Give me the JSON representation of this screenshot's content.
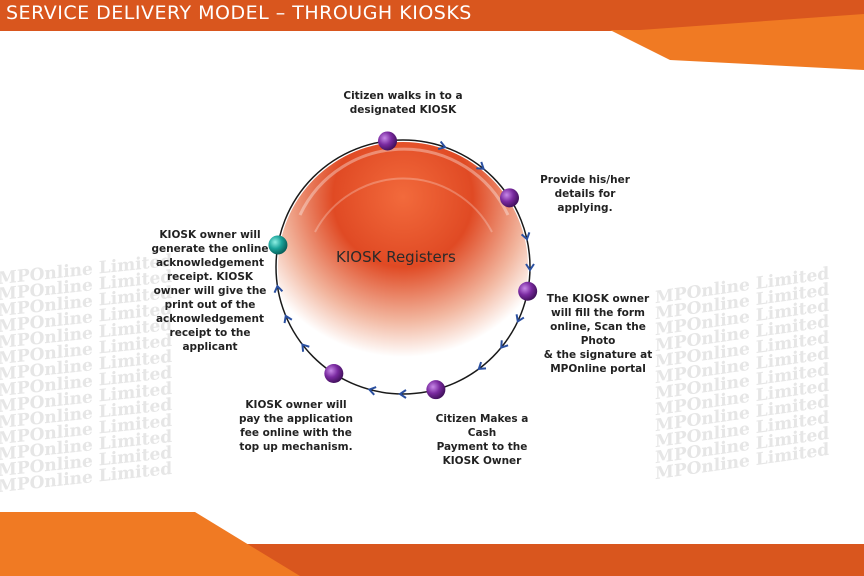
{
  "header": {
    "title": "SERVICE DELIVERY MODEL – THROUGH KIOSKS"
  },
  "watermark": {
    "text": "MPOnline Limited"
  },
  "colors": {
    "header_orange": "#d9561e",
    "accent_orange": "#f07a23",
    "circle_red": "#e04a24",
    "node_purple": "#7a2aa0",
    "node_teal": "#1aa39a",
    "arrow_blue": "#2a4fa0"
  },
  "diagram": {
    "center_label": "KIOSK Registers",
    "steps": [
      {
        "text": "Citizen walks in to a\ndesignated KIOSK",
        "node_color": "purple"
      },
      {
        "text": "Provide his/her\ndetails for applying.",
        "node_color": "purple"
      },
      {
        "text": "The KIOSK owner\nwill fill the form\nonline, Scan the Photo\n& the signature at\nMPOnline portal",
        "node_color": "purple"
      },
      {
        "text": "Citizen Makes a Cash\nPayment to the\nKIOSK Owner",
        "node_color": "purple"
      },
      {
        "text": "KIOSK owner will\npay the application\nfee online with the\ntop up mechanism.",
        "node_color": "purple"
      },
      {
        "text": "KIOSK owner will\ngenerate the online\nacknowledgement\nreceipt. KIOSK\nowner will give the\nprint out of the\nacknowledgement\nreceipt to the\napplicant",
        "node_color": "teal"
      }
    ]
  }
}
